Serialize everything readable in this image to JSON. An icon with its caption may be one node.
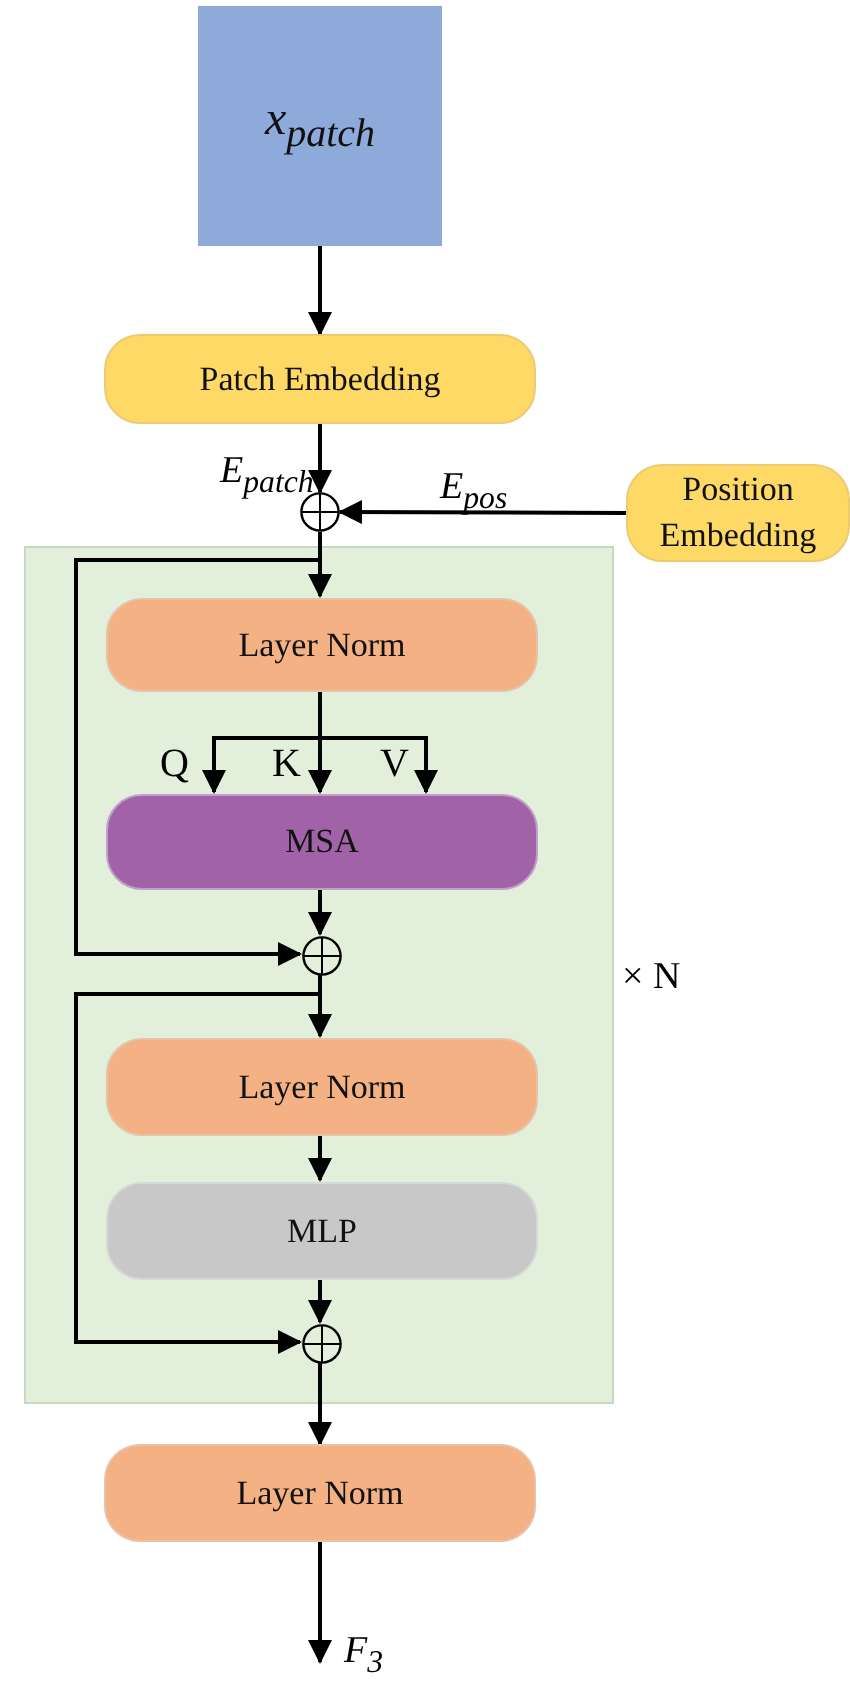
{
  "diagram": {
    "nodes": [
      {
        "text": [
          "x$_{patch}$"
        ]
      },
      {
        "text": [
          "Patch Embedding"
        ]
      },
      {
        "text": [],
        "shape": "circle"
      },
      {
        "text": [
          "Position Embedding"
        ]
      },
      {
        "text": [],
        "shape": "box",
        "beside": [
          "× N"
        ]
      },
      {
        "text": [
          "Layer Norm"
        ],
        "in": 4
      },
      {
        "text": [
          "MSA"
        ],
        "in": 4
      },
      {
        "text": [],
        "shape": "circle",
        "in": 4
      },
      {
        "text": [
          "Layer Norm"
        ],
        "in": 4
      },
      {
        "text": [
          "MLP"
        ],
        "in": 4
      },
      {
        "text": [],
        "shape": "circle",
        "in": 4
      },
      {
        "text": [
          "Layer Norm"
        ]
      }
    ],
    "edges": [
      {
        "from": 0,
        "to": 1,
        "arrow": "to"
      },
      {
        "from": 1,
        "to": 2,
        "arrow": "to",
        "label": "E$_{patch}$"
      },
      {
        "from": 3,
        "to": 2,
        "arrow": "to",
        "label": "E$_{pos}$"
      },
      {
        "from": 2,
        "to": 5,
        "arrow": "to"
      },
      {
        "from": 2,
        "to": 7,
        "arrow": "to"
      },
      {
        "from": 5,
        "to": 6,
        "arrow": "to",
        "label": "Q"
      },
      {
        "from": 5,
        "to": 6,
        "arrow": "to",
        "label": "K"
      },
      {
        "from": 5,
        "to": 6,
        "arrow": "to",
        "label": "V"
      },
      {
        "from": 6,
        "to": 7,
        "arrow": "to"
      },
      {
        "from": 7,
        "to": 8,
        "arrow": "to"
      },
      {
        "from": 7,
        "to": 10,
        "arrow": "to"
      },
      {
        "from": 8,
        "to": 9,
        "arrow": "to"
      },
      {
        "from": 9,
        "to": 10,
        "arrow": "to"
      },
      {
        "from": 10,
        "to": 11,
        "arrow": "to"
      },
      {
        "from": 11,
        "to": null,
        "arrow": "to",
        "label": "F$_{3}$"
      }
    ]
  }
}
